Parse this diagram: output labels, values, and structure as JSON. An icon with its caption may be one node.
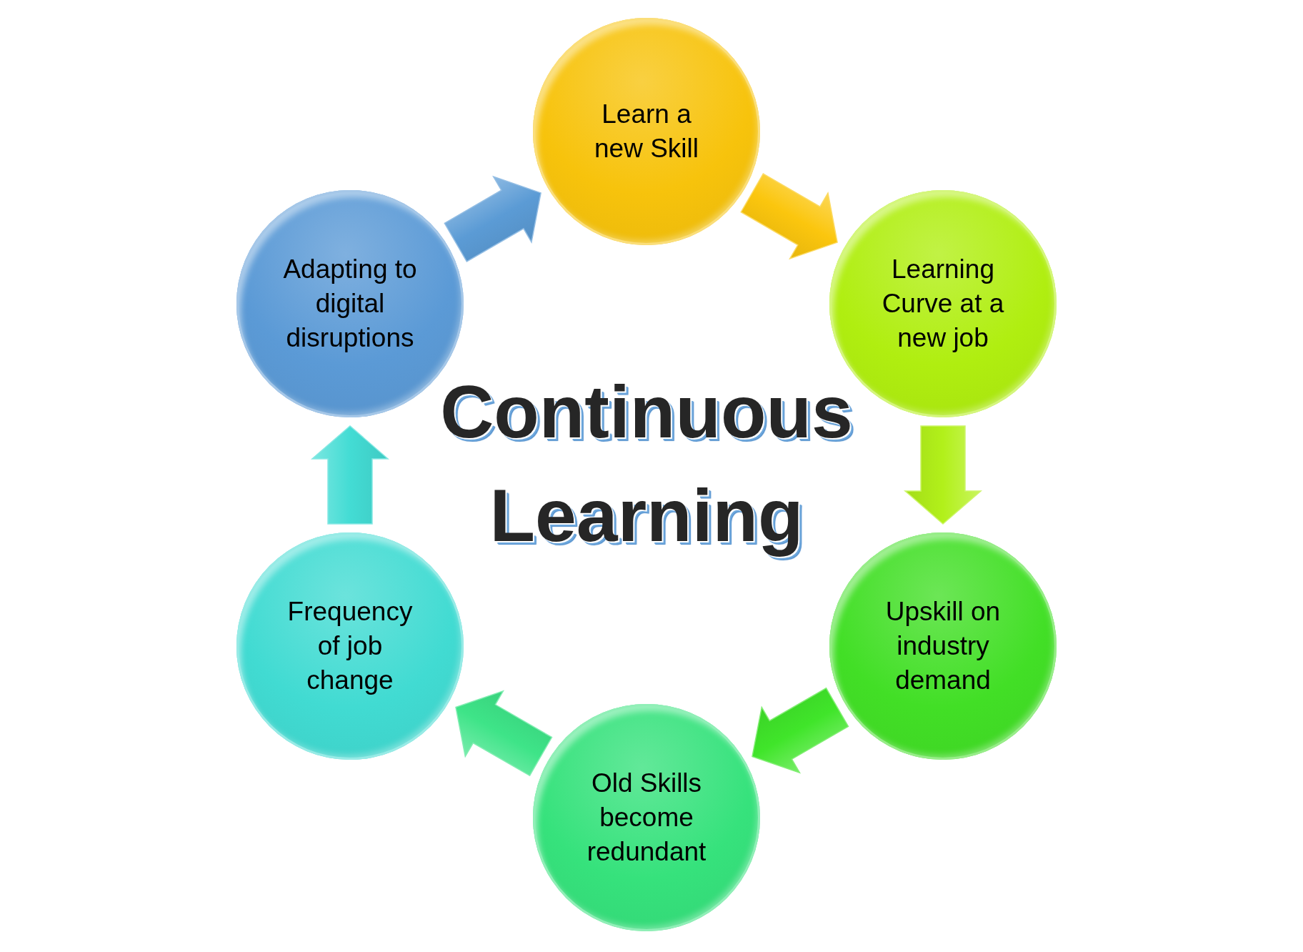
{
  "diagram": {
    "title": "Continuous Learning",
    "nodes": [
      {
        "text": [
          "Learn a new Skill"
        ]
      },
      {
        "text": [
          "Learning Curve at a new job"
        ]
      },
      {
        "text": [
          "Upskill on industry demand"
        ]
      },
      {
        "text": [
          "Old Skills become redundant"
        ]
      },
      {
        "text": [
          "Frequency of job change"
        ]
      },
      {
        "text": [
          "Adapting to digital disruptions"
        ]
      }
    ],
    "edges": [
      {
        "from": 0,
        "to": 1,
        "arrow": "to",
        "color": "#fbc60e"
      },
      {
        "from": 1,
        "to": 2,
        "arrow": "to",
        "color": "#b2f01a"
      },
      {
        "from": 2,
        "to": 3,
        "arrow": "to",
        "color": "#40e52a"
      },
      {
        "from": 3,
        "to": 4,
        "arrow": "to",
        "color": "#3ee488"
      },
      {
        "from": 4,
        "to": 5,
        "arrow": "to",
        "color": "#43dcd4"
      },
      {
        "from": 5,
        "to": 0,
        "arrow": "to",
        "color": "#5b9bd5"
      }
    ]
  }
}
